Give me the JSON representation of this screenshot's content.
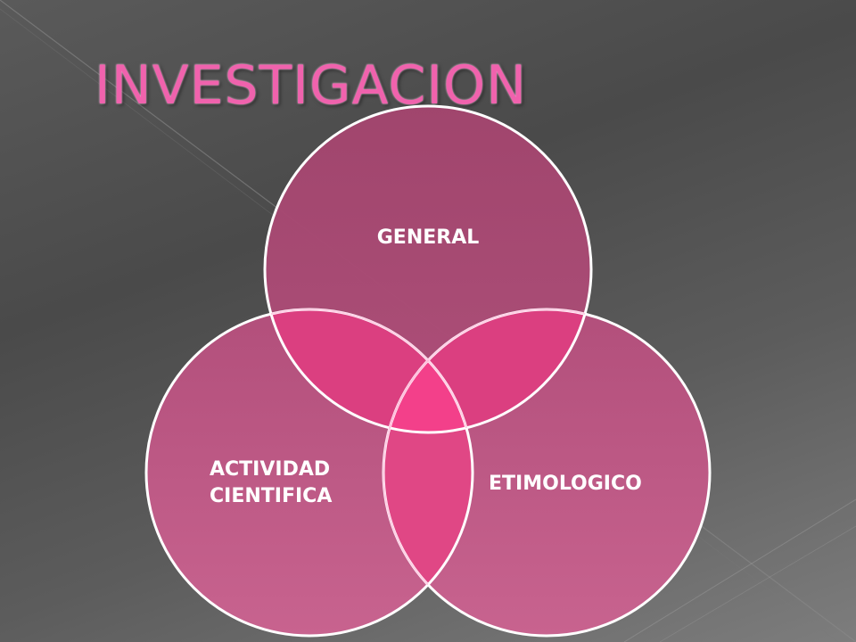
{
  "slide": {
    "title": "INVESTIGACION"
  },
  "venn": {
    "circles": [
      {
        "label": "GENERAL"
      },
      {
        "label": "ACTIVIDAD\nCIENTIFICA"
      },
      {
        "label": "ETIMOLOGICO"
      }
    ]
  },
  "colors": {
    "title": "#f062ad",
    "circle_top": "#a84a73",
    "circle_bottom": "#c25c88",
    "circle_outline": "#ffffff",
    "overlap": "#e83f86",
    "center": "#f5408a"
  }
}
